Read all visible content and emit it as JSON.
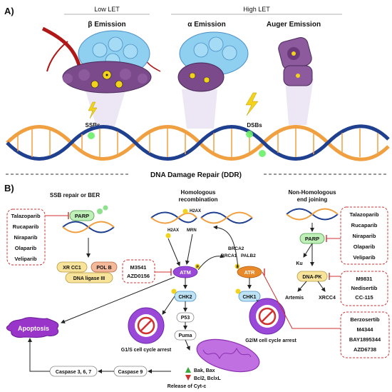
{
  "panel_a": {
    "label": "A)",
    "low_let": "Low LET",
    "high_let": "High LET",
    "beta_emission": "β Emission",
    "alpha_emission": "α Emission",
    "auger_emission": "Auger Emission",
    "ssbs": "SSBs",
    "dsbs": "DSBs",
    "ddr_title": "DNA Damage Repair (DDR)"
  },
  "panel_b": {
    "label": "B)",
    "ssb_title": "SSB repair or BER",
    "hr_title_1": "Homologous",
    "hr_title_2": "recombination",
    "nhej_title_1": "Non-Homologous",
    "nhej_title_2": "end joining",
    "parp_inhibitors_left": [
      "Talazoparib",
      "Rucaparib",
      "Niraparib",
      "Olaparib",
      "Veliparib"
    ],
    "parp_inhibitors_right": [
      "Talazoparib",
      "Rucaparib",
      "Niraparib",
      "Olaparib",
      "Veliparib"
    ],
    "atm_inhibitors": [
      "M3541",
      "AZD0156"
    ],
    "dnapk_inhibitors": [
      "M9831",
      "Nedisertib",
      "CC-115"
    ],
    "atr_inhibitors": [
      "Berzosertib",
      "M4344",
      "BAY1895344",
      "AZD6738"
    ],
    "nodes": {
      "parp_left": "PARP",
      "xrcc1": "XR CC1",
      "polb": "POL B",
      "ligase": "DNA ligase III",
      "h2ax_top": "H2AX",
      "h2ax_left": "H2AX",
      "mrn": "MRN",
      "p": "P",
      "brca2": "BRCA2",
      "brca1": "BRCA1",
      "palb2": "PALB2",
      "atm": "ATM",
      "atr": "ATR",
      "chk2": "CHK2",
      "chk1": "CHK1",
      "p53": "P53",
      "puma": "Puma",
      "parp_right": "PARP",
      "ku": "Ku",
      "dnapk": "DNA-PK",
      "artemis": "Artemis",
      "xrcc4": "XRCC4"
    },
    "apoptosis": "Apoptosis",
    "g1s_arrest": "G1/S cell cycle arrest",
    "g2m_arrest": "G2/M cell cycle arrest",
    "bak_bax": "Bak, Bax",
    "bcl2": "Bcl2, BclxL",
    "cytc": "Release of Cyt-c",
    "caspase9": "Caspase 9",
    "caspase367": "Caspase 3, 6, 7"
  },
  "colors": {
    "helix_blue": "#1f3f8f",
    "helix_orange": "#f0a040",
    "cell_blue": "#8fcff0",
    "tumor_purple": "#7a4a8a",
    "inhibitor_red": "#d03030",
    "atm_purple": "#9a48d8",
    "atr_orange": "#e88a2a",
    "green_node": "#bff0b8",
    "apoptosis_purple": "#9a35c9"
  }
}
